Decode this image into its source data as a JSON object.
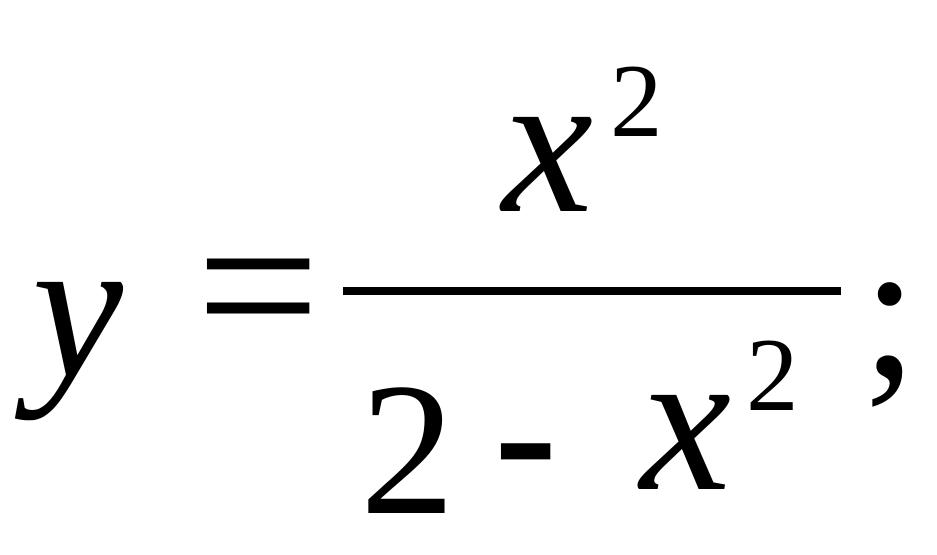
{
  "formula": {
    "lhs": "y",
    "equals": "=",
    "numerator": {
      "base": "x",
      "exponent": "2"
    },
    "denominator": {
      "constant": "2",
      "operator": "-",
      "base": "x",
      "exponent": "2"
    },
    "terminator": ";"
  }
}
